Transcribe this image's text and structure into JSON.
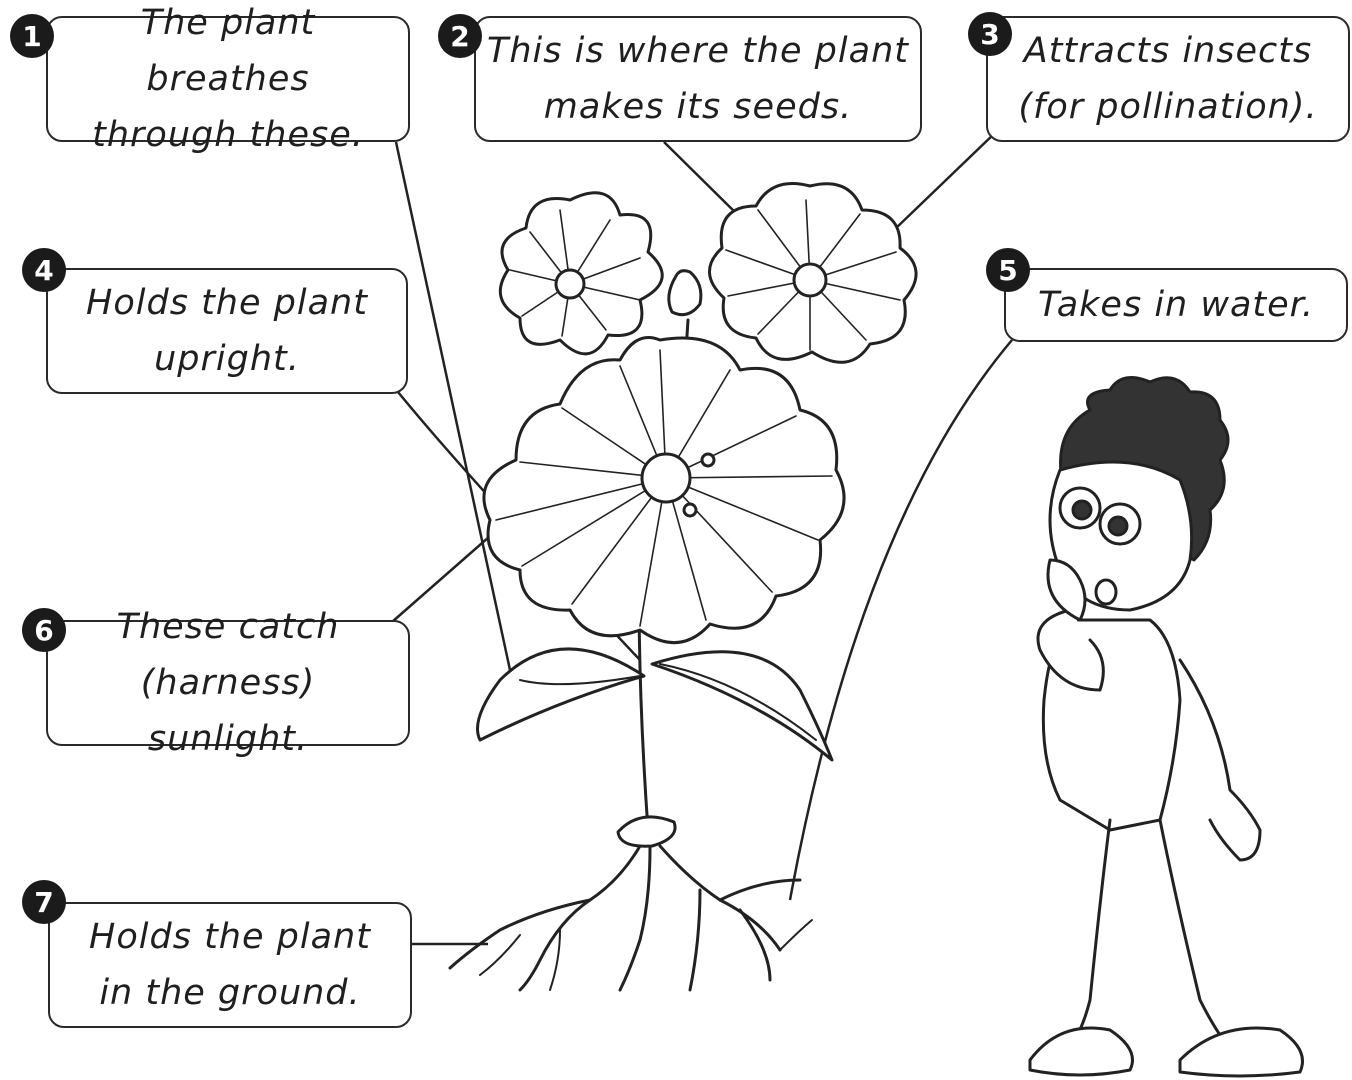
{
  "labels": [
    {
      "number": "1",
      "text": "The plant breathes\nthrough these."
    },
    {
      "number": "2",
      "text": "This is where the plant\nmakes its seeds."
    },
    {
      "number": "3",
      "text": "Attracts insects\n(for pollination)."
    },
    {
      "number": "4",
      "text": "Holds the plant\nupright."
    },
    {
      "number": "5",
      "text": "Takes in water."
    },
    {
      "number": "6",
      "text": "These catch\n(harness) sunlight."
    },
    {
      "number": "7",
      "text": "Holds the plant\nin the ground."
    }
  ],
  "colors": {
    "ink": "#1f1f1f",
    "badge": "#1b1b1b",
    "paper": "#ffffff"
  }
}
